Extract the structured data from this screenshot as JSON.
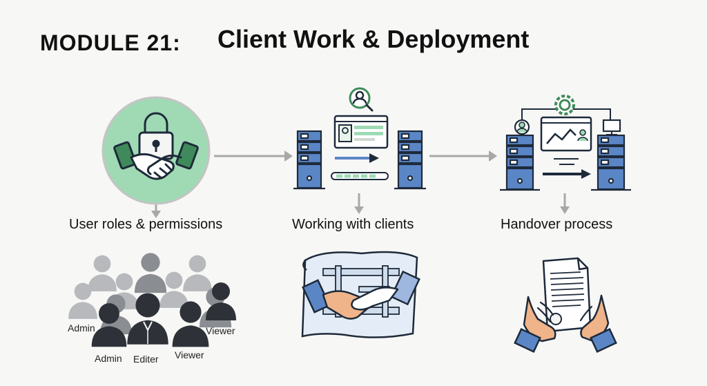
{
  "header": {
    "module_label": "MODULE 21:",
    "title": "Client Work & Deployment"
  },
  "sections": [
    {
      "label": "User roles & permissions"
    },
    {
      "label": "Working with clients"
    },
    {
      "label": "Handover process"
    }
  ],
  "roles": {
    "admin_left": "Admin",
    "admin_bottom": "Admin",
    "editer": "Editer",
    "viewer_bottom": "Viewer",
    "viewer_right": "Viewer"
  },
  "colors": {
    "accent_green": "#9fdab4",
    "server_blue": "#5b86c6",
    "arrow_gray": "#a8a8a8",
    "outline": "#1e2a3a"
  }
}
